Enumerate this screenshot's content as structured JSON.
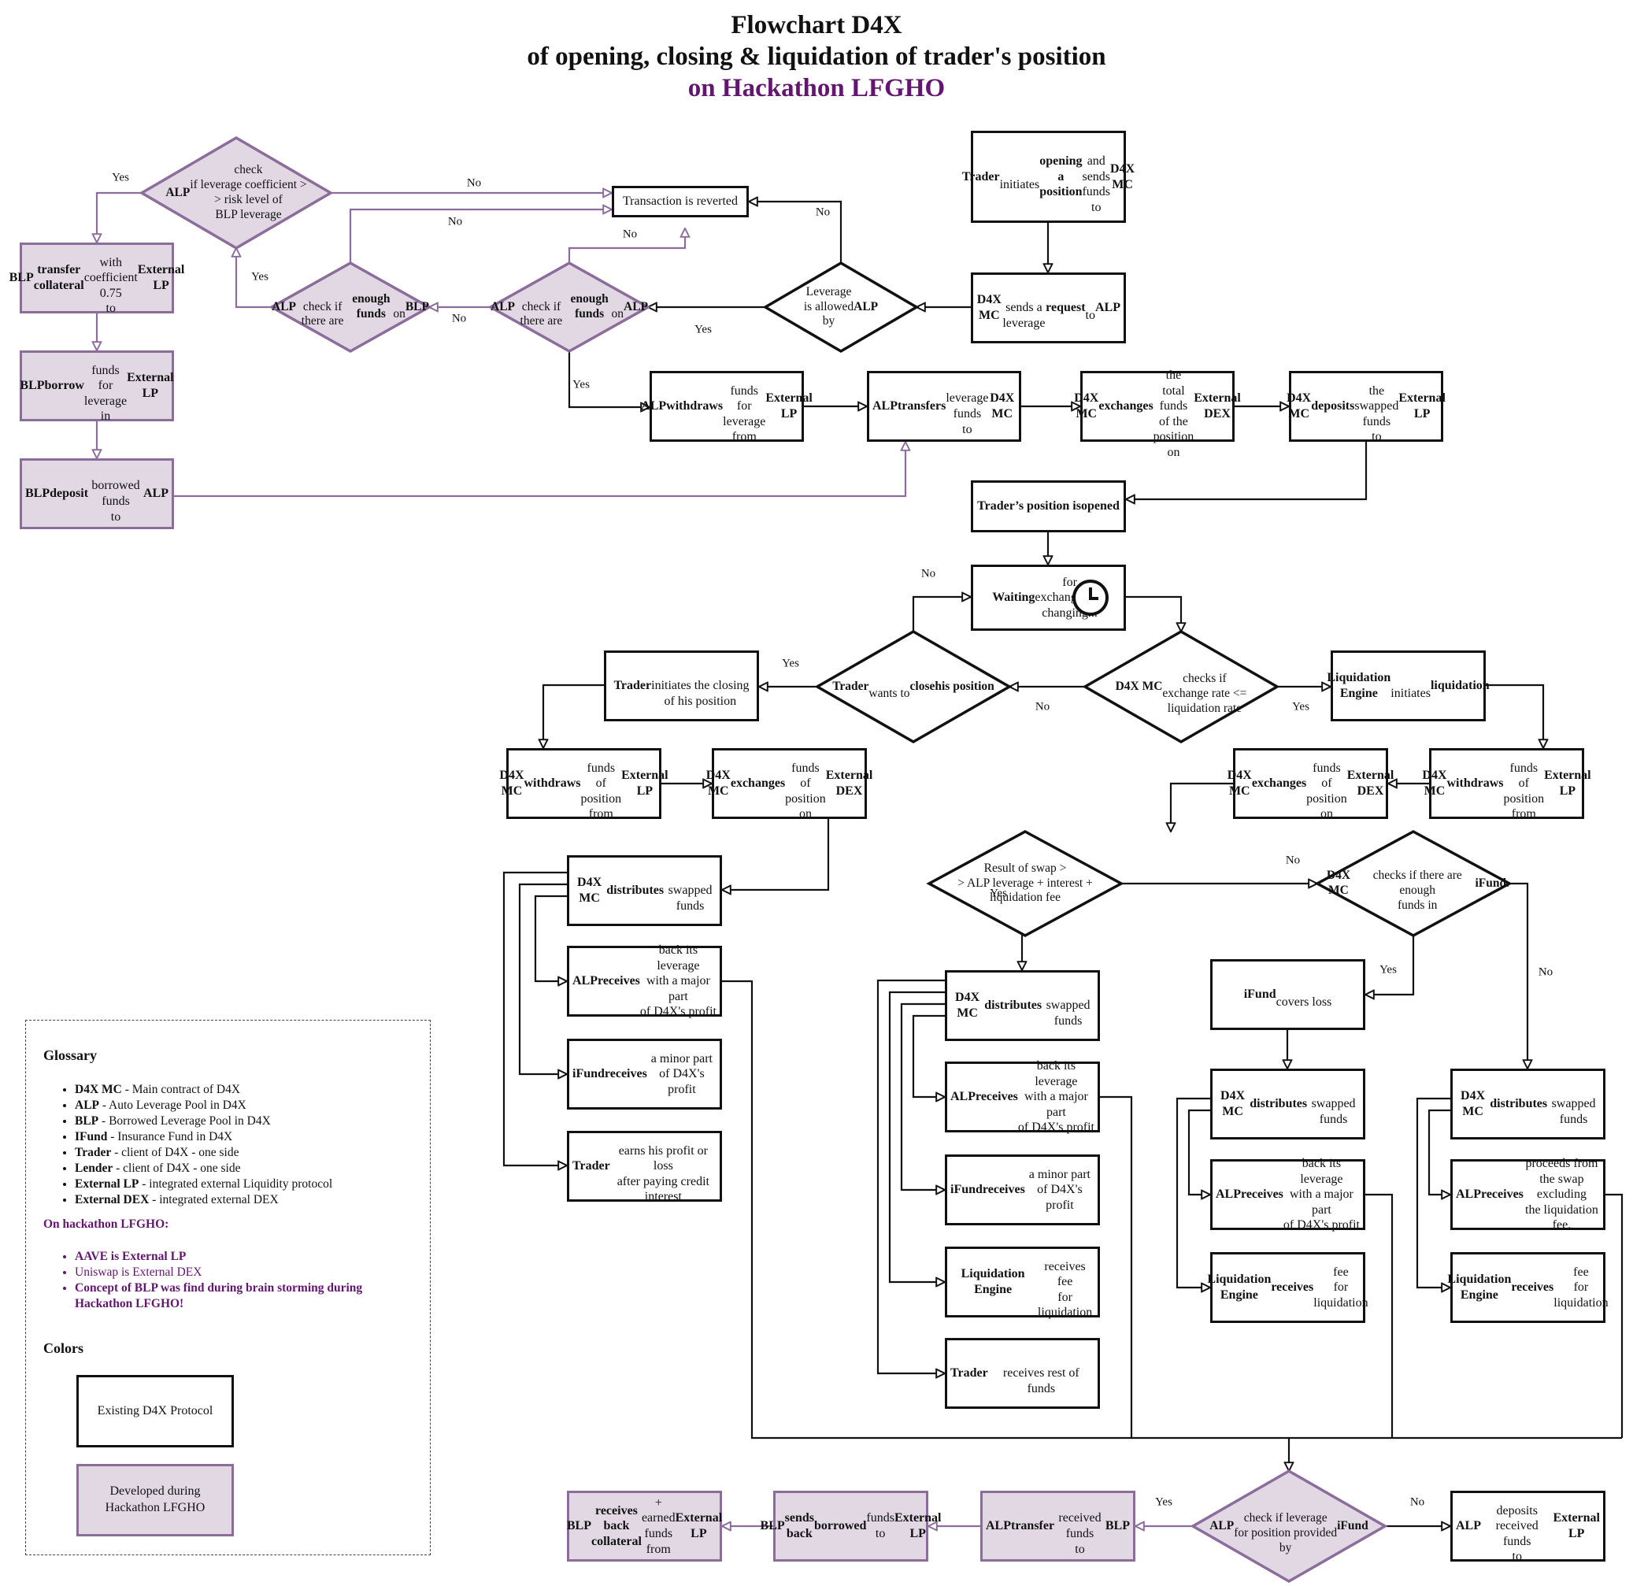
{
  "title": {
    "line1": "Flowchart D4X",
    "line2": "of opening, closing & liquidation of trader's position",
    "line3": "on Hackathon LFGHO"
  },
  "nodes": {
    "trader_opens": [
      "<b>Trader</b>",
      "initiates",
      "<b>opening a position</b>",
      "and sends funds",
      "to <b>D4X MC</b>"
    ],
    "d4x_sends_request": [
      "<b>D4X MC</b>",
      "sends a leverage <b>request</b>",
      "to <b>ALP</b>"
    ],
    "leverage_allowed": [
      "Leverage",
      "is allowed",
      "by <b>ALP</b>"
    ],
    "transaction_reverted": [
      "Transaction is reverted"
    ],
    "alp_check_funds": [
      "<b>ALP</b>",
      "check if there are",
      "<b>enough funds</b>",
      "on <b>ALP</b>"
    ],
    "alp_check_blp": [
      "<b>ALP</b>",
      "check if there are",
      "<b>enough funds</b>",
      "on <b>BLP</b>"
    ],
    "alp_check_risk": [
      "<b>ALP</b> check",
      "if leverage coefficient >",
      "> risk level of",
      "BLP leverage"
    ],
    "blp_transfer_collateral": [
      "<b>BLP</b>",
      "<b>transfer collateral</b>",
      "with coefficient 0.75",
      "to <b>External LP</b>"
    ],
    "blp_borrow": [
      "<b>BLP</b>",
      "<b>borrow</b>",
      "funds for leverage",
      "in <b>External LP</b>"
    ],
    "blp_deposit": [
      "<b>BLP</b>",
      "<b>deposit</b>",
      "borrowed funds",
      "to <b>ALP</b>"
    ],
    "alp_withdraws": [
      "<b>ALP</b>",
      "<b>withdraws</b>",
      "funds for leverage",
      "from <b>External LP</b>"
    ],
    "alp_transfers": [
      "<b>ALP</b>",
      "<b>transfers</b>",
      "leverage funds",
      "to <b>D4X MC</b>"
    ],
    "d4x_exchanges_total": [
      "<b>D4X MC</b>",
      "<b>exchanges</b>",
      "the total funds of the",
      "position on <b>External DEX</b>"
    ],
    "d4x_deposits_swapped": [
      "<b>D4X MC</b>",
      "<b>deposits</b>",
      "the swapped funds",
      "to <b>External LP</b>"
    ],
    "position_opened": [
      "<b>Trader’s position is</b>",
      "<b>opened</b>"
    ],
    "waiting": [
      "<b>Waiting</b> for",
      "exchange rate",
      "changing..."
    ],
    "trader_wants_close": [
      "<b>Trader</b>",
      "wants to <b>close</b>",
      "<b>his position</b>"
    ],
    "d4x_checks_rate": [
      "<b>D4X MC</b>",
      "checks if",
      "exchange rate <=",
      "liquidation rate"
    ],
    "trader_initiates_closing": [
      "<b>Trader</b>",
      "initiates the closing",
      "of his position"
    ],
    "liq_engine_initiates": [
      "<b>Liquidation Engine</b>",
      "initiates",
      "<b>liquidation</b>"
    ],
    "d4x_withdraws_left": [
      "<b>D4X MC</b>",
      "<b>withdraws</b>",
      "funds of position",
      "from <b>External LP</b>"
    ],
    "d4x_exchanges_left": [
      "<b>D4X MC</b>",
      "<b>exchanges</b>",
      "funds of position",
      "on <b>External DEX</b>"
    ],
    "d4x_withdraws_right": [
      "<b>D4X MC</b>",
      "<b>withdraws</b>",
      "funds of position",
      "from <b>External LP</b>"
    ],
    "d4x_exchanges_right": [
      "<b>D4X MC</b>",
      "<b>exchanges</b>",
      "funds of position",
      "on <b>External DEX</b>"
    ],
    "d4x_distributes_1": [
      "<b>D4X MC</b>",
      "<b>distributes</b>",
      "swapped funds"
    ],
    "alp_receives_1": [
      "<b>ALP</b>",
      "<b>receives</b> back its leverage",
      "with a major part",
      "of D4X's profit"
    ],
    "ifund_receives_1": [
      "<b>iFund</b>",
      "<b>receives</b> a minor part",
      "of D4X's profit"
    ],
    "trader_earns": [
      "<b>Trader</b>",
      "earns his profit or loss",
      "after paying credit interest"
    ],
    "result_of_swap": [
      "Result of swap >",
      "> ALP leverage + interest +",
      "liquidation fee"
    ],
    "d4x_checks_ifund": [
      "<b>D4X MC</b>",
      "checks if there are enough",
      "funds in <b>iFund</b>."
    ],
    "d4x_distributes_2": [
      "<b>D4X MC</b>",
      "<b>distributes</b>",
      "swapped funds"
    ],
    "alp_receives_2": [
      "<b>ALP</b>",
      "<b>receives</b> back its leverage",
      "with a major part",
      "of D4X's profit"
    ],
    "ifund_receives_2": [
      "<b>iFund</b>",
      "<b>receives</b> a minor part",
      "of D4X's profit"
    ],
    "liq_receives_2": [
      "<b>Liquidation Engine</b>",
      "receives fee",
      "for liquidation"
    ],
    "trader_receives_rest": [
      "<b>Trader</b>",
      "receives rest of funds"
    ],
    "ifund_covers": [
      "<b>iFund</b>",
      "covers loss"
    ],
    "d4x_distributes_3": [
      "<b>D4X MC</b>",
      "<b>distributes</b>",
      "swapped funds"
    ],
    "alp_receives_3": [
      "<b>ALP</b>",
      "<b>receives</b> back its leverage",
      "with a major part",
      "of D4X's profit"
    ],
    "liq_receives_3": [
      "<b>Liquidation Engine</b>",
      "<b>receives</b> fee",
      "for liquidation"
    ],
    "d4x_distributes_4": [
      "<b>D4X MC</b>",
      "<b>distributes</b>",
      "swapped funds"
    ],
    "alp_receives_proceeds": [
      "<b>ALP</b>",
      "<b>receives</b> proceeds from",
      "the swap excluding",
      "the liquidation fee."
    ],
    "liq_receives_4": [
      "<b>Liquidation Engine</b>",
      "<b>receives</b> fee",
      "for liquidation"
    ],
    "alp_check_ifund": [
      "<b>ALP</b>",
      "check if leverage",
      "for position provided",
      "by <b>iFund</b>"
    ],
    "alp_transfer_blp": [
      "<b>ALP</b>",
      "<b>transfer</b>",
      "received funds",
      "to <b>BLP</b>"
    ],
    "blp_sends_back": [
      "<b>BLP</b>",
      "<b>sends back</b>",
      "<b>borrowed</b> funds",
      "to <b>External LP</b>"
    ],
    "blp_receives_back": [
      "<b>BLP</b>",
      "<b>receives back collateral</b> +",
      "earned funds",
      "from <b>External LP</b>"
    ],
    "alp_deposits_received": [
      "<b>ALP</b>",
      "deposits received funds",
      "to <b>External LP</b>"
    ]
  },
  "edge_labels": {
    "yes": "Yes",
    "no": "No"
  },
  "glossary": {
    "heading": "Glossary",
    "items": [
      {
        "term": "D4X MC",
        "def": " - Main contract of D4X"
      },
      {
        "term": "ALP",
        "def": " - Auto Leverage Pool in D4X"
      },
      {
        "term": "BLP",
        "def": " - Borrowed Leverage Pool in D4X"
      },
      {
        "term": "IFund",
        "def": " - Insurance Fund in D4X"
      },
      {
        "term": "Trader",
        "def": " - client of D4X - one side"
      },
      {
        "term": "Lender",
        "def": " - client of D4X - one side"
      },
      {
        "term": "External LP",
        "def": " - integrated external Liquidity protocol"
      },
      {
        "term": "External DEX",
        "def": " - integrated external DEX"
      }
    ],
    "hackathon_heading": "On hackathon LFGHO:",
    "hackathon_items": [
      {
        "text": "AAVE is External LP",
        "bold": true
      },
      {
        "text": "Uniswap is External DEX",
        "bold": false
      },
      {
        "text": "Concept of BLP was find during brain storming during Hackathon LFGHO!",
        "bold": true
      }
    ],
    "colors_heading": "Colors",
    "swatch_existing": "Existing D4X Protocol",
    "swatch_developed": "Developed during Hackathon LFGHO"
  },
  "colors": {
    "black_border": "#111111",
    "purple_border": "#8c6c9b",
    "purple_fill": "#e1d8e4",
    "purple_text": "#62166f"
  }
}
